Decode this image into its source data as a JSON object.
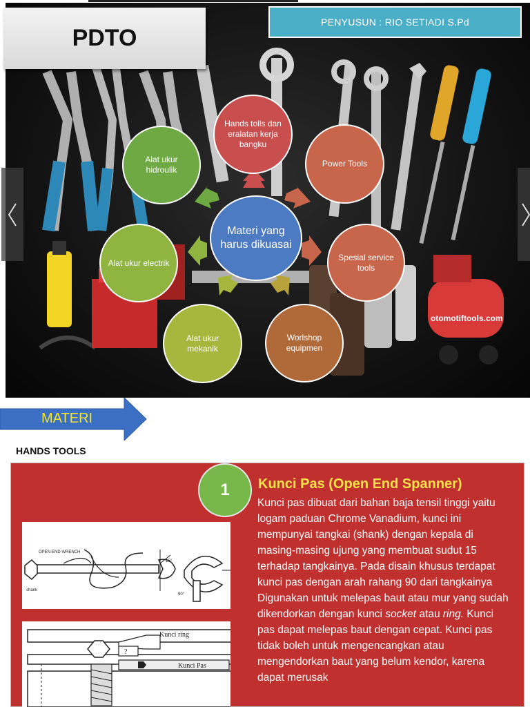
{
  "slide": {
    "title": "PDTO",
    "author": "PENYUSUN : RIO SETIADI S.Pd",
    "watermark": "otomotiftools.com",
    "center_node": "Materi yang harus dikuasai",
    "nodes": {
      "hands": "Hands tolls dan eralatan kerja bangku",
      "power": "Power Tools",
      "spesial": "Spesial service tools",
      "workshop": "Worlshop equipmen",
      "mekanik": "Alat ukur mekanik",
      "electrik": "Alat ukur electrik",
      "hidroulik": "Alat ukur hidroulik"
    },
    "nav": {
      "prev_icon": "chevron-left-icon",
      "next_icon": "chevron-right-icon"
    }
  },
  "section": {
    "banner": "MATERI",
    "heading": "HANDS TOOLS",
    "number": "1",
    "item_title": "Kunci Pas (Open End Spanner)",
    "para1": "Kunci pas dibuat dari bahan baja tensil tinggi yaitu logam paduan Chrome Vanadium, kunci ini mempunyai tangkai (shank) dengan kepala di masing-masing ujung yang membuat sudut 15 terhadap tangkainya. Pada disain khusus terdapat kunci pas dengan  arah rahang 90 dari tangkainya",
    "para2_a": "Digunakan untuk melepas baut atau mur yang sudah dikendorkan dengan kunci ",
    "para2_socket": "socket",
    "para2_b": " atau ",
    "para2_ring": "ring.",
    "para2_c": " Kunci pas dapat melepas baut dengan cepat. Kunci pas tidak boleh untuk mengencangkan atau mengendorkan baut yang belum kendor, karena dapat merusak",
    "img1_labels": {
      "wrench": "OPEN-END WRENCH",
      "shank": "shank",
      "angle1": "15°",
      "angle2": "90°"
    },
    "img2_labels": {
      "ring": "Kunci ring",
      "pas": "Kunci Pas",
      "question": "?"
    }
  },
  "colors": {
    "author_bg": "#4aaec6",
    "panel_bg": "#c0302f",
    "title_yellow": "#f7e14a",
    "arrow_blue": "#3a6fc4",
    "center_blue": "#4c7bc4"
  }
}
